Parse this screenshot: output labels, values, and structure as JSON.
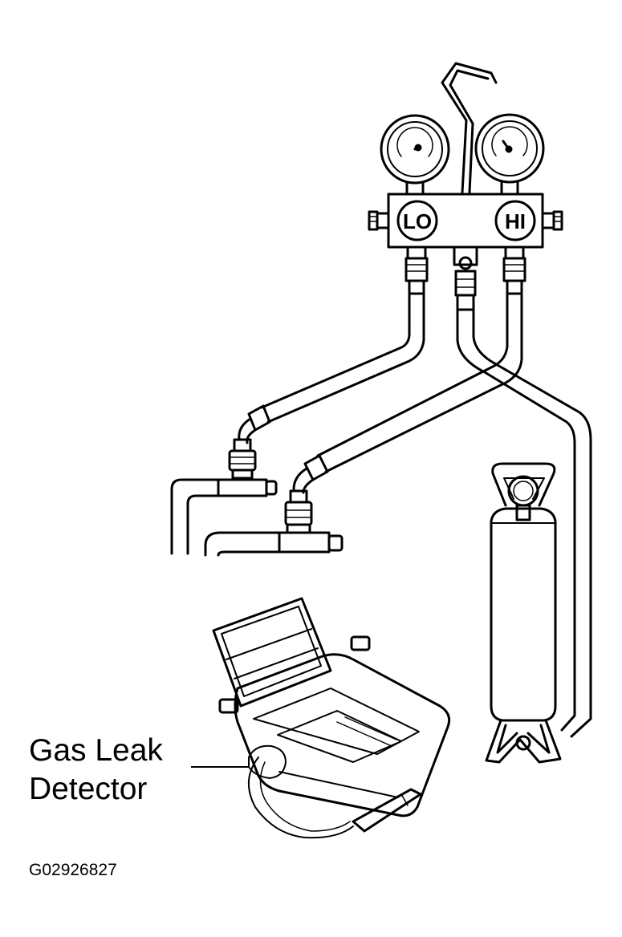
{
  "manifold": {
    "low_side_label": "LO",
    "high_side_label": "HI"
  },
  "callout": {
    "line1": "Gas Leak",
    "line2": "Detector"
  },
  "figure_code": "G02926827",
  "colors": {
    "ink": "#000000",
    "paper": "#ffffff"
  }
}
